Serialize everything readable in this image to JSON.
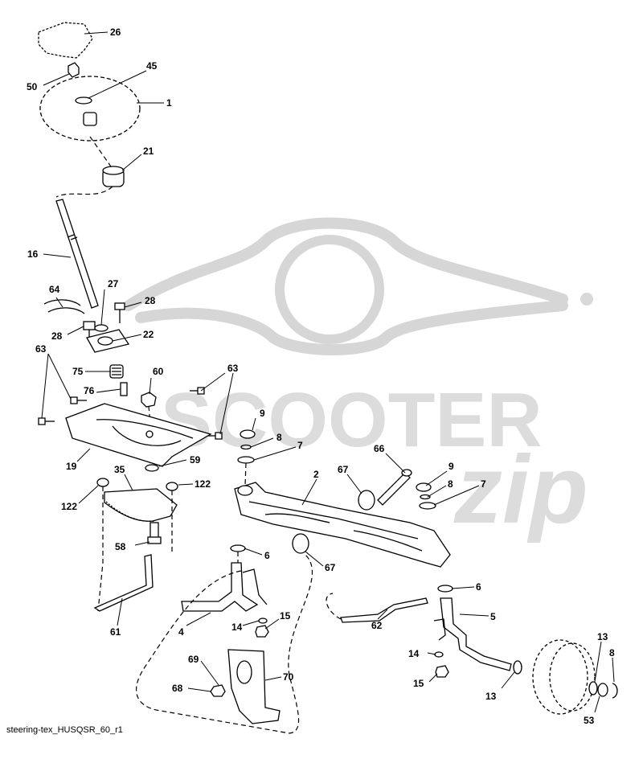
{
  "diagram_id": "steering-tex_HUSQSR_60_r1",
  "watermark": {
    "line1": "SCOOTER",
    "line2": "zip"
  },
  "callouts": [
    {
      "id": "c26",
      "label": "26"
    },
    {
      "id": "c50",
      "label": "50"
    },
    {
      "id": "c45",
      "label": "45"
    },
    {
      "id": "c1",
      "label": "1"
    },
    {
      "id": "c21",
      "label": "21"
    },
    {
      "id": "c16",
      "label": "16"
    },
    {
      "id": "c64",
      "label": "64"
    },
    {
      "id": "c27",
      "label": "27"
    },
    {
      "id": "c28a",
      "label": "28"
    },
    {
      "id": "c28b",
      "label": "28"
    },
    {
      "id": "c22",
      "label": "22"
    },
    {
      "id": "c63a",
      "label": "63"
    },
    {
      "id": "c63b",
      "label": "63"
    },
    {
      "id": "c75",
      "label": "75"
    },
    {
      "id": "c60",
      "label": "60"
    },
    {
      "id": "c76",
      "label": "76"
    },
    {
      "id": "c19",
      "label": "19"
    },
    {
      "id": "c59",
      "label": "59"
    },
    {
      "id": "c35",
      "label": "35"
    },
    {
      "id": "c122a",
      "label": "122"
    },
    {
      "id": "c122b",
      "label": "122"
    },
    {
      "id": "c58",
      "label": "58"
    },
    {
      "id": "c9a",
      "label": "9"
    },
    {
      "id": "c8a",
      "label": "8"
    },
    {
      "id": "c7a",
      "label": "7"
    },
    {
      "id": "c66",
      "label": "66"
    },
    {
      "id": "c2",
      "label": "2"
    },
    {
      "id": "c67a",
      "label": "67"
    },
    {
      "id": "c9b",
      "label": "9"
    },
    {
      "id": "c8b",
      "label": "8"
    },
    {
      "id": "c7b",
      "label": "7"
    },
    {
      "id": "c6a",
      "label": "6"
    },
    {
      "id": "c67b",
      "label": "67"
    },
    {
      "id": "c6b",
      "label": "6"
    },
    {
      "id": "c61",
      "label": "61"
    },
    {
      "id": "c4",
      "label": "4"
    },
    {
      "id": "c14a",
      "label": "14"
    },
    {
      "id": "c15a",
      "label": "15"
    },
    {
      "id": "c62",
      "label": "62"
    },
    {
      "id": "c5",
      "label": "5"
    },
    {
      "id": "c14b",
      "label": "14"
    },
    {
      "id": "c15b",
      "label": "15"
    },
    {
      "id": "c13a",
      "label": "13"
    },
    {
      "id": "c13b",
      "label": "13"
    },
    {
      "id": "c8c",
      "label": "8"
    },
    {
      "id": "c53",
      "label": "53"
    },
    {
      "id": "c69",
      "label": "69"
    },
    {
      "id": "c70",
      "label": "70"
    },
    {
      "id": "c68",
      "label": "68"
    }
  ]
}
